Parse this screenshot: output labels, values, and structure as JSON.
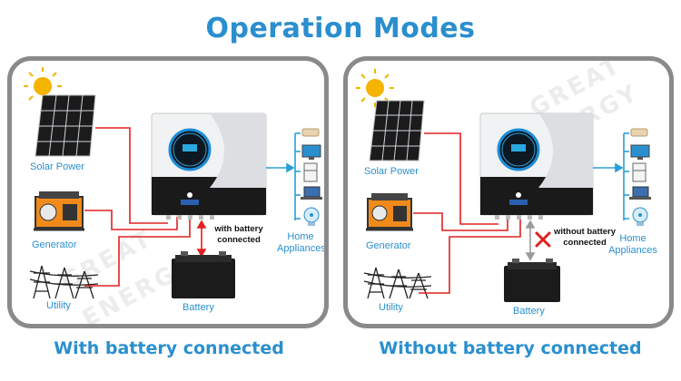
{
  "title": "Operation Modes",
  "watermark": [
    "GREAT",
    "ENERGY"
  ],
  "panels": [
    {
      "caption": "With battery connected",
      "labels": {
        "solar": "Solar Power",
        "generator": "Generator",
        "utility": "Utility",
        "battery": "Battery",
        "home_line1": "Home",
        "home_line2": "Appliances"
      },
      "note": [
        "with battery",
        "connected"
      ],
      "battery_link": "connected"
    },
    {
      "caption": "Without battery connected",
      "labels": {
        "solar": "Solar Power",
        "generator": "Generator",
        "utility": "Utility",
        "battery": "Battery",
        "home_line1": "Home",
        "home_line2": "Appliances"
      },
      "note": [
        "without battery",
        "connected"
      ],
      "battery_link": "disconnected"
    }
  ],
  "colors": {
    "title": "#2a8fce",
    "dc_line": "#e02020",
    "ac_out_line": "#2a9fd6",
    "panel_border": "#8a8a8a",
    "disconnect_mark": "#e02020"
  }
}
